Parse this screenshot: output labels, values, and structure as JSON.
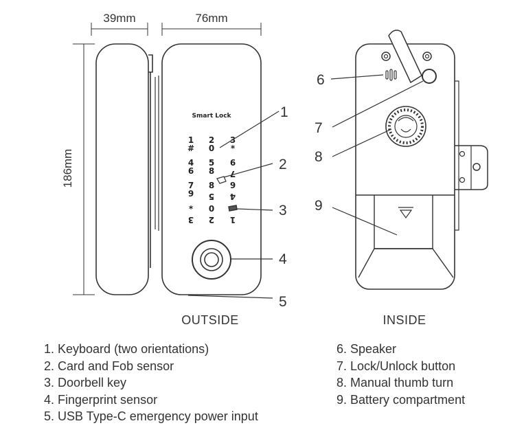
{
  "dimensions": {
    "depth": "39mm",
    "width": "76mm",
    "height": "186mm"
  },
  "device": {
    "brand_text": "Smart Lock",
    "keys_left": [
      "1",
      "4",
      "7",
      "*"
    ],
    "keys_left_flipped": [
      "#",
      "6",
      "9",
      "3"
    ],
    "keys_mid": [
      "2",
      "5",
      "8",
      "0"
    ],
    "keys_mid_flipped": [
      "0",
      "8",
      "5",
      "2"
    ],
    "keys_right": [
      "3",
      "6",
      "9"
    ],
    "keys_right_flipped": [
      "*",
      "7",
      "4",
      "1"
    ]
  },
  "callouts": [
    "1",
    "2",
    "3",
    "4",
    "5",
    "6",
    "7",
    "8",
    "9"
  ],
  "captions": {
    "outside": "OUTSIDE",
    "inside": "INSIDE"
  },
  "legend_left": [
    "1. Keyboard (two orientations)",
    "2. Card and Fob sensor",
    "3. Doorbell key",
    "4. Fingerprint sensor",
    "5. USB Type-C emergency power input"
  ],
  "legend_right": [
    "6. Speaker",
    "7. Lock/Unlock button",
    "8. Manual thumb turn",
    "9. Battery compartment"
  ]
}
